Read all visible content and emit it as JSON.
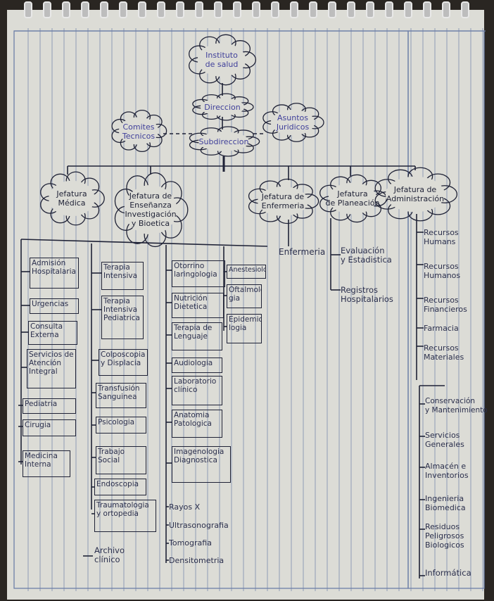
{
  "top": {
    "instituto": "Instituto\nde salud",
    "direccion": "Direccion",
    "subdireccion": "Subdireccion",
    "comites": "Comites\nTecnicos",
    "asuntos": "Asuntos\nJuridicos"
  },
  "jefaturas": {
    "medica": "Jefatura\nMédica",
    "ensenanza": "Jefatura de\nEnseñanza\nInvestigación\ny Bioetica",
    "enfermeria": "Jefatura de\nEnfermeria",
    "planeacion": "Jefatura\nde Planeación",
    "administracion": "Jefatura de\nAdministración"
  },
  "medica_col1": [
    "Admisión\nHospitalaria",
    "Urgencias",
    "Consulta\nExterna",
    "Servicios de\nAtención\nIntegral",
    "Pediatria",
    "Cirugia",
    "Medicina\nInterna"
  ],
  "medica_col2": [
    "Terapia\nIntensiva",
    "Terapia\nIntensiva\nPediatrica",
    "Colposcopia\ny Displacia",
    "Transfusión\nSanguinea",
    "Psicologia",
    "Trabajo\nSocial",
    "Endoscopia",
    "Traumatologia\ny ortopedia"
  ],
  "medica_col2_plain": "Archivo\nclínico",
  "medica_col3": [
    "Otorrino\nlaringologia",
    "Nutrición\nDietetica",
    "Terapia de\nLenguaje",
    "Audiologia",
    "Laboratorio\nclínico",
    "Anatomia\nPatologica",
    "Imagenologia\nDiagnostica"
  ],
  "medica_col3_plain": [
    "Rayos X",
    "Ultrasonografia",
    "Tomografia",
    "Densitometria"
  ],
  "medica_col4": [
    "Anestesiologia",
    "Oftalmolo\ngia",
    "Epidemio\nlogia"
  ],
  "enfermeria": "Enfermeria",
  "planeacion": [
    "Evaluación\ny Estadistica",
    "Registros\nHospitalarios"
  ],
  "administracion_a": [
    "Recursos\nHumans",
    "Recursos\nHumanos",
    "Recursos\nFinancieros",
    "Farmacia",
    "Recursos\nMateriales"
  ],
  "administracion_b": [
    "Conservación\ny Mantenimiento",
    "Servicios\nGenerales",
    "Almacén e\nInventorios",
    "Ingenieria\nBiomedica",
    "Residuos\nPeligrosos\nBiologicos",
    "Informática"
  ],
  "colors": {
    "ink_black": "#1f2236",
    "ink_blue": "#3f3f9a",
    "paper": "#dcdcd6",
    "rule": "#6d7fa8"
  }
}
